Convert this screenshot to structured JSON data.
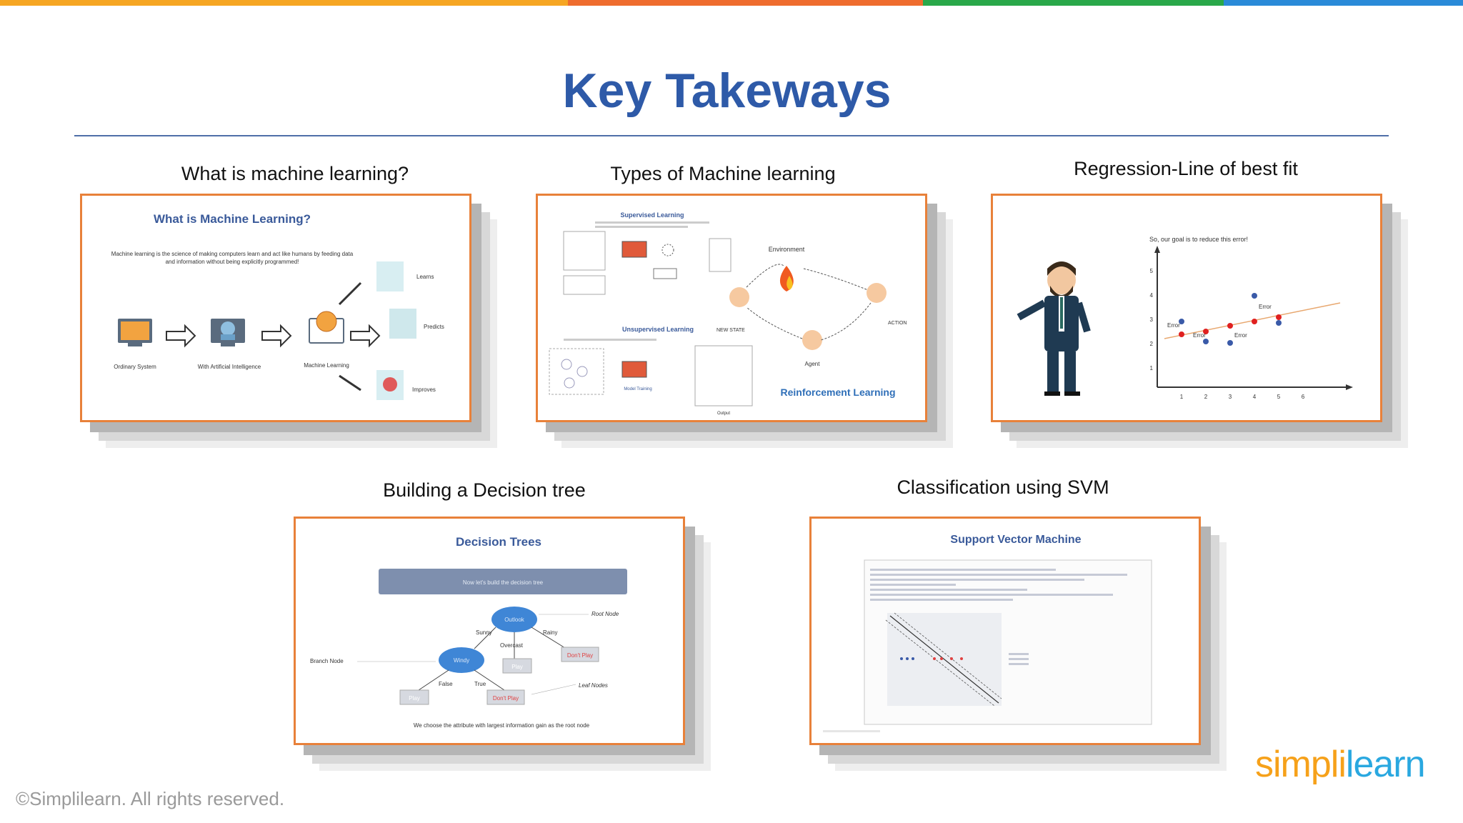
{
  "colors": {
    "accent_orange": "#e8813a",
    "title_blue": "#2e5aa8",
    "topbar": [
      "#f6a623",
      "#ef6c2e",
      "#2aa84a",
      "#2a8ad8"
    ]
  },
  "title": "Key Takeways",
  "sections": [
    {
      "label": "What is machine learning?",
      "slide": {
        "heading": "What is Machine Learning?",
        "description_1": "Machine learning is the science of making computers learn and act like humans by feeding data",
        "description_2": "and information without being explicitly programmed!",
        "steps": [
          "Ordinary System",
          "With Artificial Intelligence",
          "Machine Learning"
        ],
        "outcomes": [
          "Learns",
          "Predicts",
          "Improves"
        ]
      }
    },
    {
      "label": "Types of Machine learning",
      "slide": {
        "supervised": "Supervised Learning",
        "unsupervised": "Unsupervised Learning",
        "reinforcement": "Reinforcement Learning",
        "environment": "Environment",
        "agent": "Agent",
        "action": "ACTION",
        "new_state": "NEW STATE",
        "model_training": "Model Training",
        "output": "Output"
      }
    },
    {
      "label": "Regression-Line of best fit",
      "slide": {
        "caption": "So, our goal is to reduce this error!",
        "error_label": "Error",
        "x_ticks": [
          "1",
          "2",
          "3",
          "4",
          "5",
          "6"
        ],
        "y_ticks": [
          "1",
          "2",
          "3",
          "4",
          "5"
        ]
      }
    },
    {
      "label": "Building a Decision tree",
      "slide": {
        "heading": "Decision Trees",
        "banner": "Now let's build the decision tree",
        "root_node": "Root Node",
        "branch_node": "Branch Node",
        "leaf_nodes": "Leaf Nodes",
        "outlook": "Outlook",
        "windy": "Windy",
        "sunny": "Sunny",
        "overcast": "Overcast",
        "rainy": "Rainy",
        "false": "False",
        "true": "True",
        "play": "Play",
        "dont_play": "Don't Play",
        "caption": "We choose the attribute with largest information gain as the root node"
      }
    },
    {
      "label": "Classification using SVM",
      "slide": {
        "heading": "Support Vector Machine"
      }
    }
  ],
  "copyright": "©Simplilearn. All rights reserved.",
  "logo": {
    "part1": "simpl",
    "part2": "i",
    "part3": "learn"
  }
}
